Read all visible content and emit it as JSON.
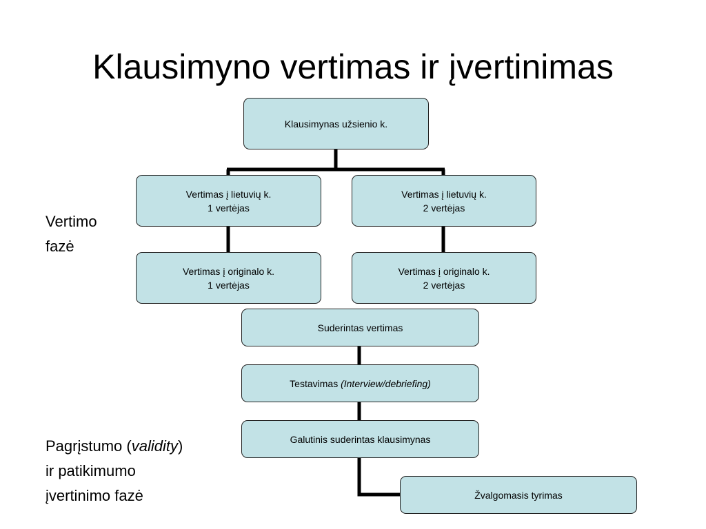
{
  "title": "Klausimyno vertimas ir įvertinimas",
  "colors": {
    "box_fill": "#c2e2e6",
    "box_border": "#222222",
    "connector": "#000000"
  },
  "nodes": {
    "source": {
      "line1": "Klausimynas užsienio k."
    },
    "forward1": {
      "line1": "Vertimas į lietuvių k.",
      "line2": "1 vertėjas"
    },
    "forward2": {
      "line1": "Vertimas į lietuvių k.",
      "line2": "2 vertėjas"
    },
    "back1": {
      "line1": "Vertimas į originalo k.",
      "line2": "1 vertėjas"
    },
    "back2": {
      "line1": "Vertimas į originalo k.",
      "line2": "2 vertėjas"
    },
    "reconciled": {
      "line1": "Suderintas vertimas"
    },
    "testing": {
      "text": "Testavimas ",
      "italic": "(Interview/debriefing)"
    },
    "final": {
      "line1": "Galutinis suderintas klausimynas"
    },
    "pilot": {
      "line1": "Žvalgomasis tyrimas"
    }
  },
  "side_labels": {
    "translation_phase": {
      "line1": "Vertimo",
      "line2": "fazė"
    },
    "validity_phase": {
      "line1_start": "Pagrįstumo (",
      "line1_italic": "validity",
      "line1_end": ")",
      "line2": "ir patikimumo",
      "line3": "įvertinimo fazė"
    }
  }
}
